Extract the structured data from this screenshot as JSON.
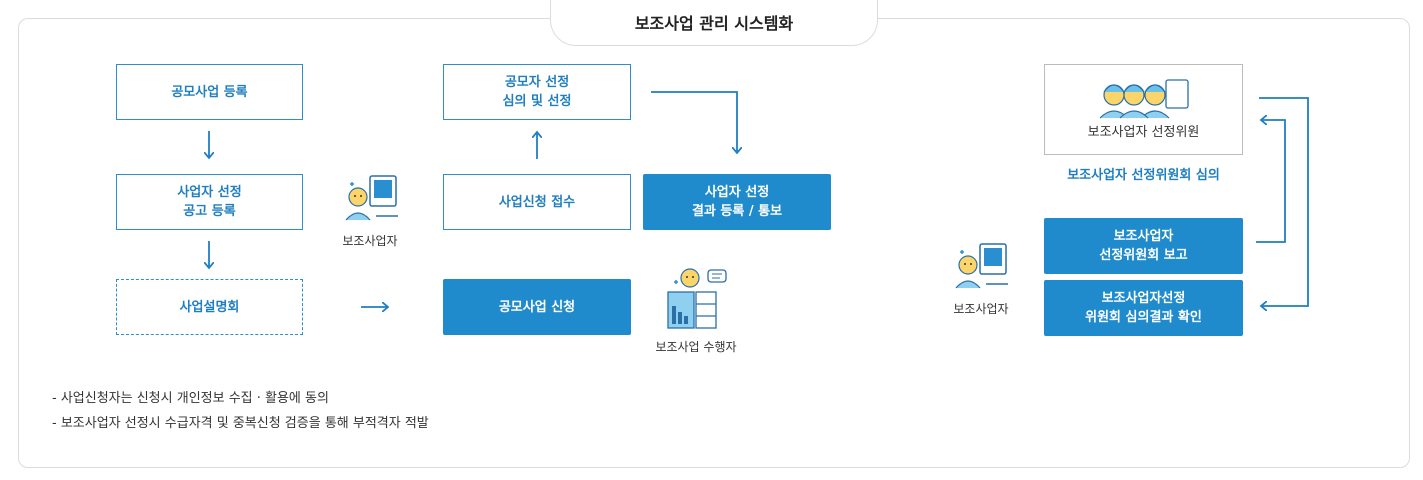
{
  "title": "보조사업 관리 시스템화",
  "steps": {
    "register": "공모사업 등록",
    "announce": "사업자 선정\n공고 등록",
    "briefing": "사업설명회",
    "review": "공모자 선정\n심의 및 선정",
    "receive": "사업신청 접수",
    "apply": "공모사업 신청",
    "result": "사업자 선정\n결과 등록 / 통보",
    "committee": "보조사업자 선정위원",
    "report": "보조사업자\n선정위원회 보고",
    "confirm": "보조사업자선정\n위원회 심의결과 확인"
  },
  "labels": {
    "operator_left": "보조사업자",
    "performer": "보조사업 수행자",
    "committee_review": "보조사업자 선정위원회 심의",
    "operator_right": "보조사업자"
  },
  "icons": {
    "operator_left": "person-with-document-icon",
    "performer": "person-with-chart-icon",
    "committee": "group-of-people-icon",
    "operator_right": "person-with-document-icon"
  },
  "notes": [
    "- 사업신청자는 신청시 개인정보 수집 · 활용에 동의",
    "- 보조사업자 선정시 수급자격 및 중복신청 검증을 통해 부적격자 적발"
  ],
  "colors": {
    "accent": "#1f8bcc",
    "text_blue": "#1f7fc0",
    "border": "#dcdcdc"
  }
}
